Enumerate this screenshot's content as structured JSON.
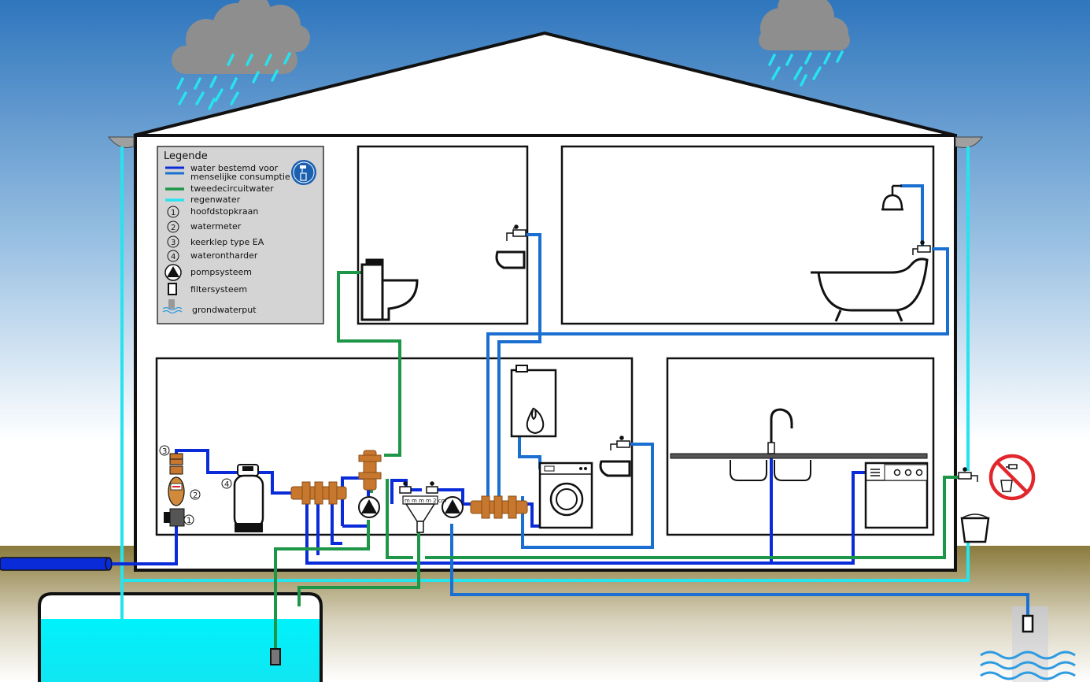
{
  "legend": {
    "title": "Legende",
    "items": [
      {
        "label_line1": "water bestemd voor",
        "label_line2": "menselijke consumptie",
        "color": "#0a2cd8",
        "color2": "#1a6fd0"
      },
      {
        "label": "tweedecircuitwater",
        "color": "#1e9648"
      },
      {
        "label": "regenwater",
        "color": "#27e3ee"
      },
      {
        "num": "1",
        "label": "hoofdstopkraan"
      },
      {
        "num": "2",
        "label": "watermeter"
      },
      {
        "num": "3",
        "label": "keerklep type EA"
      },
      {
        "num": "4",
        "label": "waterontharder"
      },
      {
        "label": "pompsysteem"
      },
      {
        "label": "filtersysteem"
      },
      {
        "label": "grondwaterput"
      }
    ]
  },
  "labels": {
    "num1": "1",
    "num2": "2",
    "num3": "3",
    "num4": "4",
    "meter_scale": "m m m m 2 cm"
  },
  "colors": {
    "drinking": "#0a2cd8",
    "drinking_alt": "#1a6fd0",
    "second_circuit": "#1e9648",
    "rainwater": "#27e3ee",
    "brass": "#c8782e",
    "sky_top": "#2f76bd",
    "ground": "#8a7a3c"
  },
  "icons": [
    "rain-cloud-icon",
    "faucet-icon",
    "toilet-icon",
    "sink-icon",
    "shower-icon",
    "bathtub-icon",
    "boiler-icon",
    "flame-icon",
    "washing-machine-icon",
    "dishwasher-icon",
    "kitchen-faucet-icon",
    "bucket-icon",
    "no-drinking-sign-icon",
    "pump-icon",
    "filter-icon",
    "manifold-icon",
    "water-meter-icon",
    "softener-icon",
    "well-icon",
    "drinking-water-sign-icon"
  ]
}
